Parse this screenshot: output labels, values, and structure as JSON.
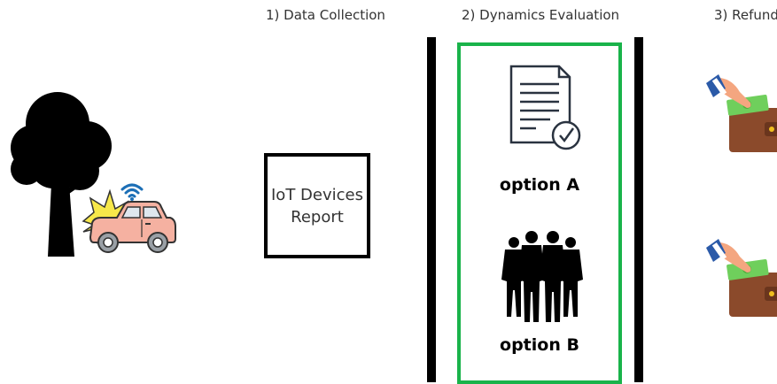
{
  "steps": {
    "step1": "1) Data Collection",
    "step2": "2) Dynamics Evaluation",
    "step3": "3) Refund"
  },
  "report_box": {
    "line1": "IoT Devices",
    "line2": "Report"
  },
  "options": {
    "a": "option A",
    "b": "option B"
  },
  "icons": [
    "tree-icon",
    "car-crash-icon",
    "wifi-icon",
    "document-check-icon",
    "businessmen-group-icon",
    "hand-money-wallet-icon"
  ],
  "colors": {
    "frame_green": "#19b34a",
    "car_pink": "#f5b1a1",
    "wallet_brown": "#8b4a2b",
    "money_green": "#6fcf5c",
    "wifi_blue": "#1c6fb6",
    "crash_yellow": "#f7e84a"
  }
}
